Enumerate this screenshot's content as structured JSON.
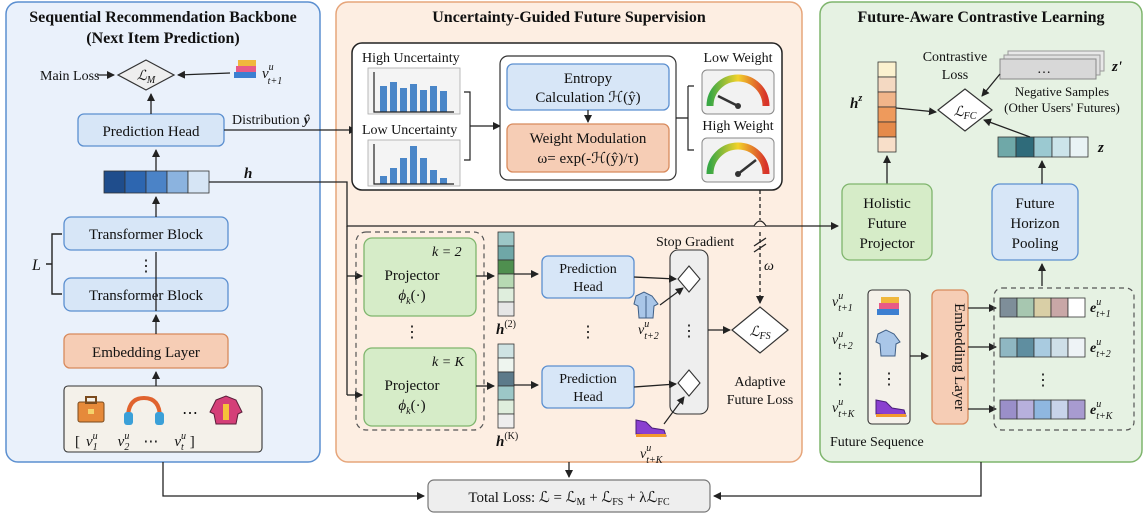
{
  "panels": {
    "left_title_1": "Sequential Recommendation Backbone",
    "left_title_2": "(Next Item Prediction)",
    "mid_title": "Uncertainty-Guided Future Supervision",
    "right_title": "Future-Aware Contrastive Learning"
  },
  "backbone": {
    "main_loss": "Main Loss",
    "loss_m": "ℒ",
    "loss_m_sub": "M",
    "target_v": "v",
    "target_sup": "u",
    "target_sub": "t+1",
    "prediction_head": "Prediction Head",
    "distribution": "Distribution",
    "y_hat": "ŷ",
    "h": "h",
    "transformer_block": "Transformer Block",
    "vdots": "⋮",
    "L": "L",
    "embedding_layer": "Embedding Layer",
    "seq_open": "[",
    "seq_close": "]",
    "seq_dots": "⋯",
    "v": "v",
    "sup": "u",
    "sub1": "1",
    "sub2": "2",
    "subt": "t"
  },
  "uncertainty": {
    "high": "High Uncertainty",
    "low": "Low Uncertainty",
    "entropy_1": "Entropy",
    "entropy_2": "Calculation ℋ(ŷ)",
    "weight_mod_1": "Weight Modulation",
    "weight_mod_2": "ω= exp(-ℋ(ŷ)/τ)",
    "low_weight": "Low Weight",
    "high_weight": "High Weight",
    "k2": "k = 2",
    "kK": "k = K",
    "projector": "Projector",
    "phi": "ϕ",
    "phi_sub": "k",
    "phi_arg": "(·)",
    "vdots": "⋮",
    "h2": "h",
    "h2_sup": "(2)",
    "hK": "h",
    "hK_sup": "(K)",
    "pred_head_1": "Prediction",
    "pred_head_2": "Head",
    "stop_gradient": "Stop Gradient",
    "omega": "ω",
    "l_fs": "ℒ",
    "l_fs_sub": "FS",
    "adaptive_1": "Adaptive",
    "adaptive_2": "Future Loss",
    "v_t2_sub": "t+2",
    "v_tK_sub": "t+K"
  },
  "contrastive": {
    "contrastive_1": "Contrastive",
    "contrastive_2": "Loss",
    "l_fc": "ℒ",
    "l_fc_sub": "FC",
    "negative_1": "Negative Samples",
    "negative_2": "(Other Users' Futures)",
    "dots": "…",
    "z_prime": "z'",
    "z": "z",
    "hz": "h",
    "hz_sup": "z",
    "holistic_1": "Holistic",
    "holistic_2": "Future",
    "holistic_3": "Projector",
    "pooling_1": "Future",
    "pooling_2": "Horizon",
    "pooling_3": "Pooling",
    "embedding_layer": "Embedding Layer",
    "future_sequence": "Future Sequence",
    "v_sub_1": "t+1",
    "v_sub_2": "t+2",
    "v_sub_K": "t+K",
    "e": "e",
    "e_sup": "u",
    "vdots": "⋮"
  },
  "total_loss": {
    "prefix": "Total Loss: ℒ = ℒ",
    "s1": "M",
    "plus1": " + ℒ",
    "s2": "FS",
    "plus2": " + λℒ",
    "s3": "FC"
  },
  "colors": {
    "left_panel": "#eaf1fb",
    "mid_panel": "#fdeee2",
    "right_panel": "#e6f2e3",
    "blue_box": "#d7e6f7",
    "orange_box": "#f6cdb5",
    "green_box": "#d6ecc8"
  }
}
